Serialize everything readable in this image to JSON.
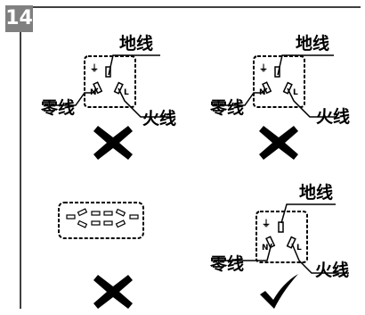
{
  "figure_number": "14",
  "labels": {
    "ground": "地线",
    "neutral": "零线",
    "live": "火线"
  },
  "terminal_letters": {
    "ground_mark": "⏚",
    "neutral": "N",
    "live": "L"
  },
  "panels": [
    {
      "id": "top-left",
      "verdict": "incorrect",
      "verdict_icon": "cross-icon"
    },
    {
      "id": "top-right",
      "verdict": "incorrect",
      "verdict_icon": "cross-icon"
    },
    {
      "id": "bottom-left",
      "verdict": "incorrect",
      "verdict_icon": "cross-icon"
    },
    {
      "id": "bottom-right",
      "verdict": "correct",
      "verdict_icon": "check-icon"
    }
  ]
}
